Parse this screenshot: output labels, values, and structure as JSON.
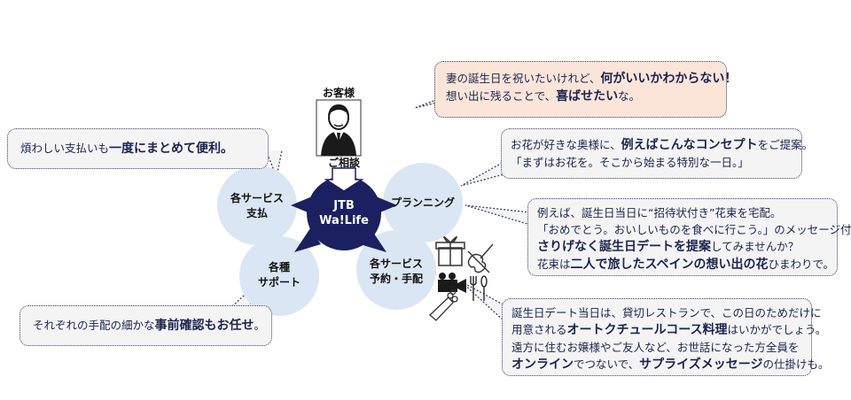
{
  "customer": {
    "label": "お客様",
    "consult_label": "ご相談"
  },
  "hub": {
    "line1": "JTB",
    "line2": "Wa!Life"
  },
  "nodes": {
    "payment": {
      "line1": "各サービス",
      "line2": "支払"
    },
    "planning": {
      "label": "プランニング"
    },
    "support": {
      "line1": "各種",
      "line2": "サポート"
    },
    "reservation": {
      "line1": "各サービス",
      "line2": "予約・手配"
    }
  },
  "callouts": {
    "wife": {
      "l1_a": "妻の誕生日を祝いたいけれど、",
      "l1_b": "何がいいかわからない！",
      "l2_a": "想い出に残ることで、",
      "l2_b": "喜ばせたい",
      "l2_c": "な。"
    },
    "payment": {
      "a": "煩わしい支払いも",
      "b": "一度にまとめて便利。"
    },
    "planning": {
      "l1_a": "お花が好きな奥様に、",
      "l1_b": "例えばこんなコンセプト",
      "l1_c": "をご提案。",
      "l2": "「まずはお花を。そこから始まる特別な一日。」"
    },
    "flowers": {
      "l1": "例えば、誕生日当日に“招待状付き”花束を宅配。",
      "l2": "「おめでとう。おいしいものを食べに行こう。」のメッセージ付きで",
      "l3_a": "さりげなく誕生日デートを提案",
      "l3_b": "してみませんか？",
      "l4_a": "花束は",
      "l4_b": "二人で旅したスペインの想い出の花",
      "l4_c": "ひまわりで。"
    },
    "support": {
      "a": "それぞれの手配の細かな",
      "b": "事前確認もお任せ",
      "c": "。"
    },
    "dinner": {
      "l1": "誕生日デート当日は、貸切レストランで、この日のためだけに",
      "l2_a": "用意される",
      "l2_b": "オートクチュールコース料理",
      "l2_c": "はいかがでしょう。",
      "l3": "遠方に住むお嬢様やご友人など、お世話になった方全員を",
      "l4_a": "オンライン",
      "l4_b": "でつないで、",
      "l4_c": "サプライズメッセージ",
      "l4_d": "の仕掛けも。"
    }
  },
  "icons": [
    "person-icon",
    "gift-box-icon",
    "violin-icon",
    "video-camera-icon",
    "cutlery-icon",
    "bouquet-icon"
  ],
  "colors": {
    "hub": "#1a2060",
    "node": "#dae6f3",
    "text": "#1a2350",
    "callout_bg": "#f4f4f4",
    "callout_pink": "#fbe5d8",
    "border": "#3a3f6b"
  }
}
